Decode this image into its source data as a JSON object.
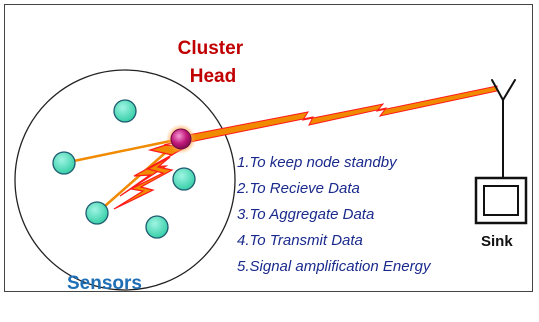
{
  "diagram": {
    "cluster_head_label": [
      "Cluster",
      "Head"
    ],
    "sensors_label": "Sensors",
    "sink_label": "Sink",
    "tasks": [
      "1.To keep node standby",
      "2.To Recieve Data",
      "3.To Aggregate Data",
      "4.To Transmit Data",
      "5.Signal amplification Energy"
    ],
    "colors": {
      "cluster_head_text": "#c00000",
      "sensors_text": "#1f6fb6",
      "task_text": "#1a2a8c",
      "sensor_fill": "#4fe0c0",
      "cluster_head_fill": "#c0187a",
      "link_fill": "#f08a00",
      "link_outline": "#ff1a1a"
    }
  }
}
